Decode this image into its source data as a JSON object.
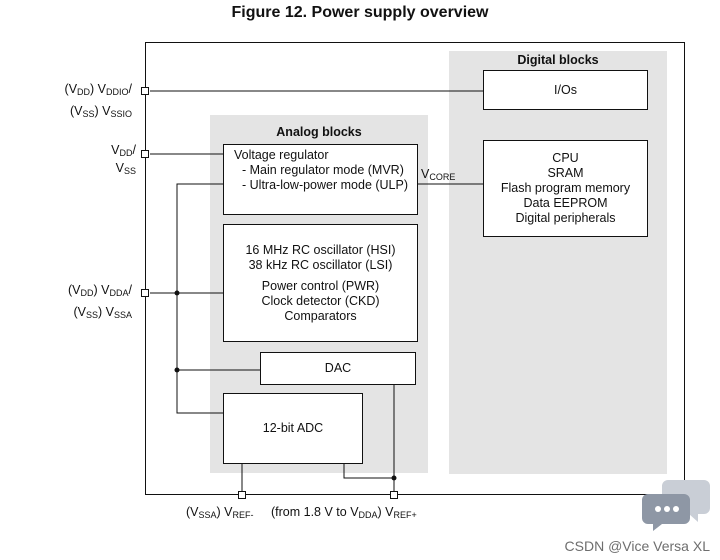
{
  "figure_title": "Figure 12. Power supply overview",
  "regions": {
    "digital": "Digital blocks",
    "analog": "Analog blocks"
  },
  "blocks": {
    "ios": "I/Os",
    "voltage_regulator": {
      "title": "Voltage regulator",
      "line1": "- Main regulator mode (MVR)",
      "line2": "- Ultra-low-power mode (ULP)"
    },
    "digital_core": [
      "CPU",
      "SRAM",
      "Flash program memory",
      "Data EEPROM",
      "Digital peripherals"
    ],
    "analog_periph": {
      "l1": "16 MHz RC oscillator (HSI)",
      "l2": "38 kHz RC oscillator (LSI)",
      "l3": "Power control (PWR)",
      "l4": "Clock detector (CKD)",
      "l5": "Comparators"
    },
    "dac": "DAC",
    "adc": "12-bit ADC"
  },
  "labels": {
    "vcore": {
      "main": "V",
      "sub": "CORE"
    },
    "vddio": {
      "p1": "(V",
      "s1": "DD",
      "p2": ") V",
      "s2": "DDIO",
      "p3": "/",
      "q1": "(V",
      "t1": "SS",
      "q2": ") V",
      "t2": "SSIO"
    },
    "vdd": {
      "p1": "V",
      "s1": "DD",
      "p2": "/",
      "q1": "V",
      "t1": "SS"
    },
    "vdda": {
      "p1": "(V",
      "s1": "DD",
      "p2": ") V",
      "s2": "DDA",
      "p3": "/",
      "q1": "(V",
      "t1": "SS",
      "q2": ") V",
      "t2": "SSA"
    },
    "vref_minus": {
      "p1": "(V",
      "s1": "SSA",
      "p2": ") V",
      "s2": "REF-"
    },
    "vref_plus": {
      "p1": "(from 1.8 V to V",
      "s1": "DDA",
      "p2": ") V",
      "s2": "REF+"
    }
  },
  "watermark": "CSDN @Vice Versa XL"
}
